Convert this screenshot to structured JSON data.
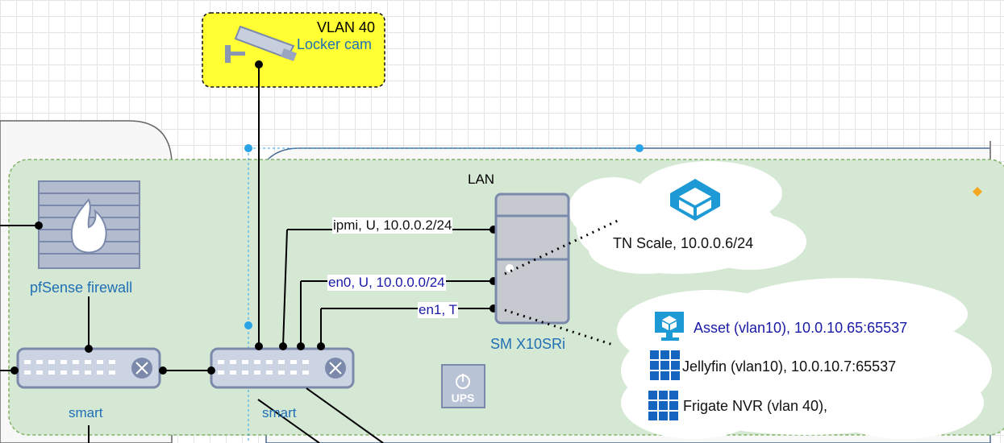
{
  "vlan40": {
    "title": "VLAN 40",
    "device": "Locker cam"
  },
  "lan": {
    "title": "LAN"
  },
  "firewall": {
    "label": "pfSense firewall"
  },
  "switches": [
    {
      "label": "smart"
    },
    {
      "label": "smart"
    }
  ],
  "server": {
    "label": "SM X10SRi"
  },
  "links": {
    "ipmi": "ipmi, U, 10.0.0.2/24",
    "en0": "en0, U, 10.0.0.0/24",
    "en1": "en1, T"
  },
  "truenas": {
    "label": "TN Scale, 10.0.0.6/24"
  },
  "apps": [
    {
      "label": "Asset (vlan10), 10.0.10.65:65537",
      "icon": "vm-monitor-icon"
    },
    {
      "label": "Jellyfin (vlan10), 10.0.10.7:65537",
      "icon": "container-grid-icon"
    },
    {
      "label": "Frigate NVR (vlan 40),",
      "icon": "container-grid-icon"
    }
  ],
  "ups": {
    "label": "UPS"
  },
  "colors": {
    "lan_fill": "#d5e8d4",
    "lan_border": "#82b366",
    "vlan_fill": "#ffff33",
    "label_blue": "#1f6fb5",
    "device_gray": "#7b8aab",
    "selection_blue": "#29a3e8"
  }
}
